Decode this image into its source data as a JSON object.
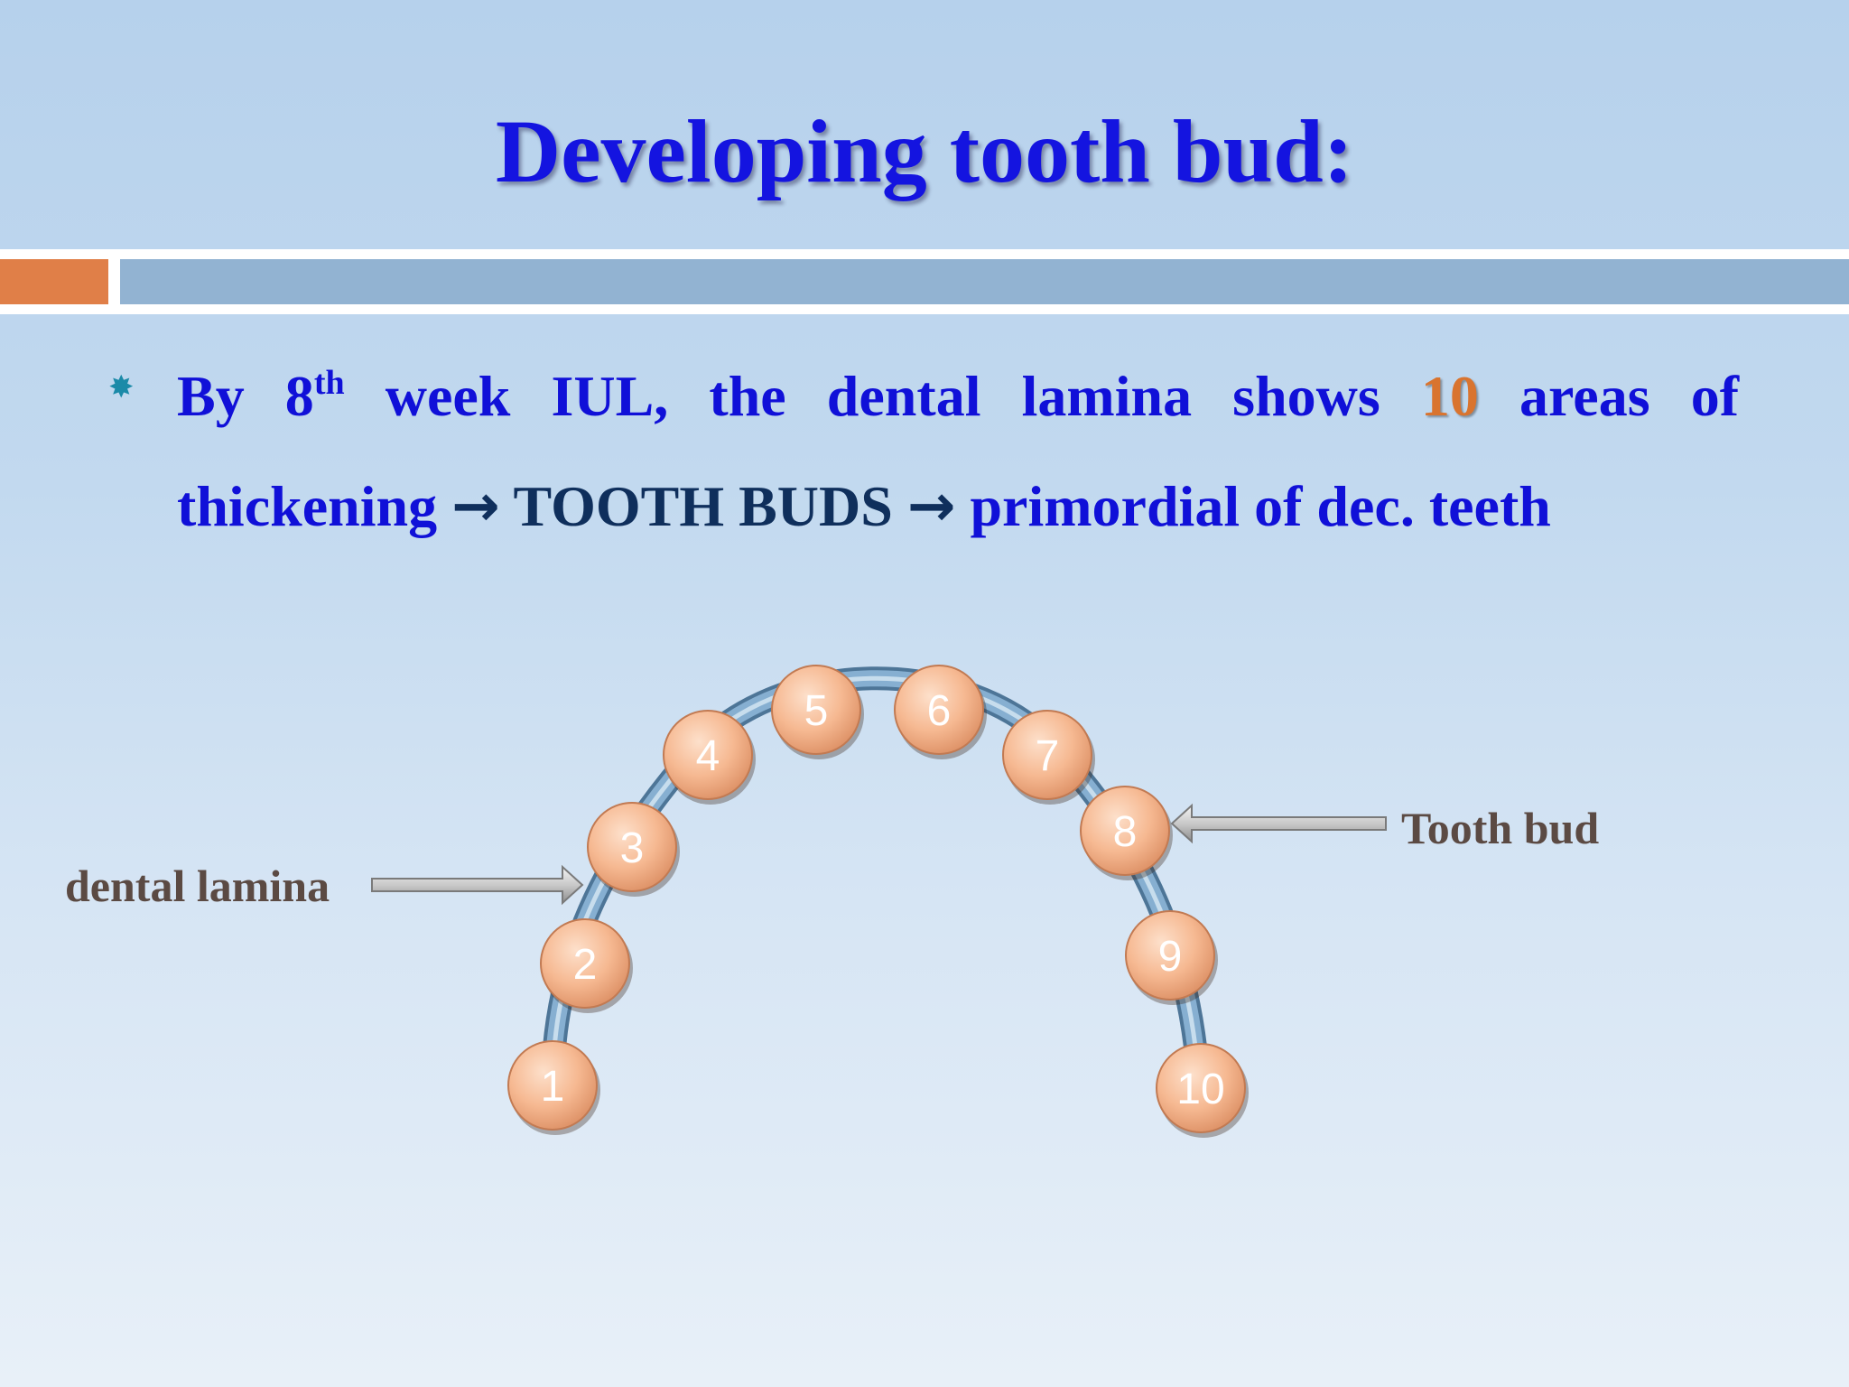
{
  "title": "Developing tooth bud:",
  "bullet": {
    "icon": "sunburst-bullet-icon",
    "part1": "By 8",
    "sup": "th",
    "part2": " week IUL, the dental lamina shows ",
    "highlight": "10",
    "part3": " areas of thickening ",
    "arrow1": "→",
    "part4": " TOOTH BUDS ",
    "arrow2": "→",
    "part5": " primordial of dec. teeth"
  },
  "diagram": {
    "buds": [
      "1",
      "2",
      "3",
      "4",
      "5",
      "6",
      "7",
      "8",
      "9",
      "10"
    ],
    "label_lamina": "dental lamina",
    "label_bud": "Tooth bud"
  },
  "colors": {
    "title": "#1414e0",
    "text": "#1010d8",
    "highlight": "#d9742f",
    "bud_fill": "#f6b992",
    "lamina": "#7ba4c6",
    "label": "#5b4a43"
  }
}
